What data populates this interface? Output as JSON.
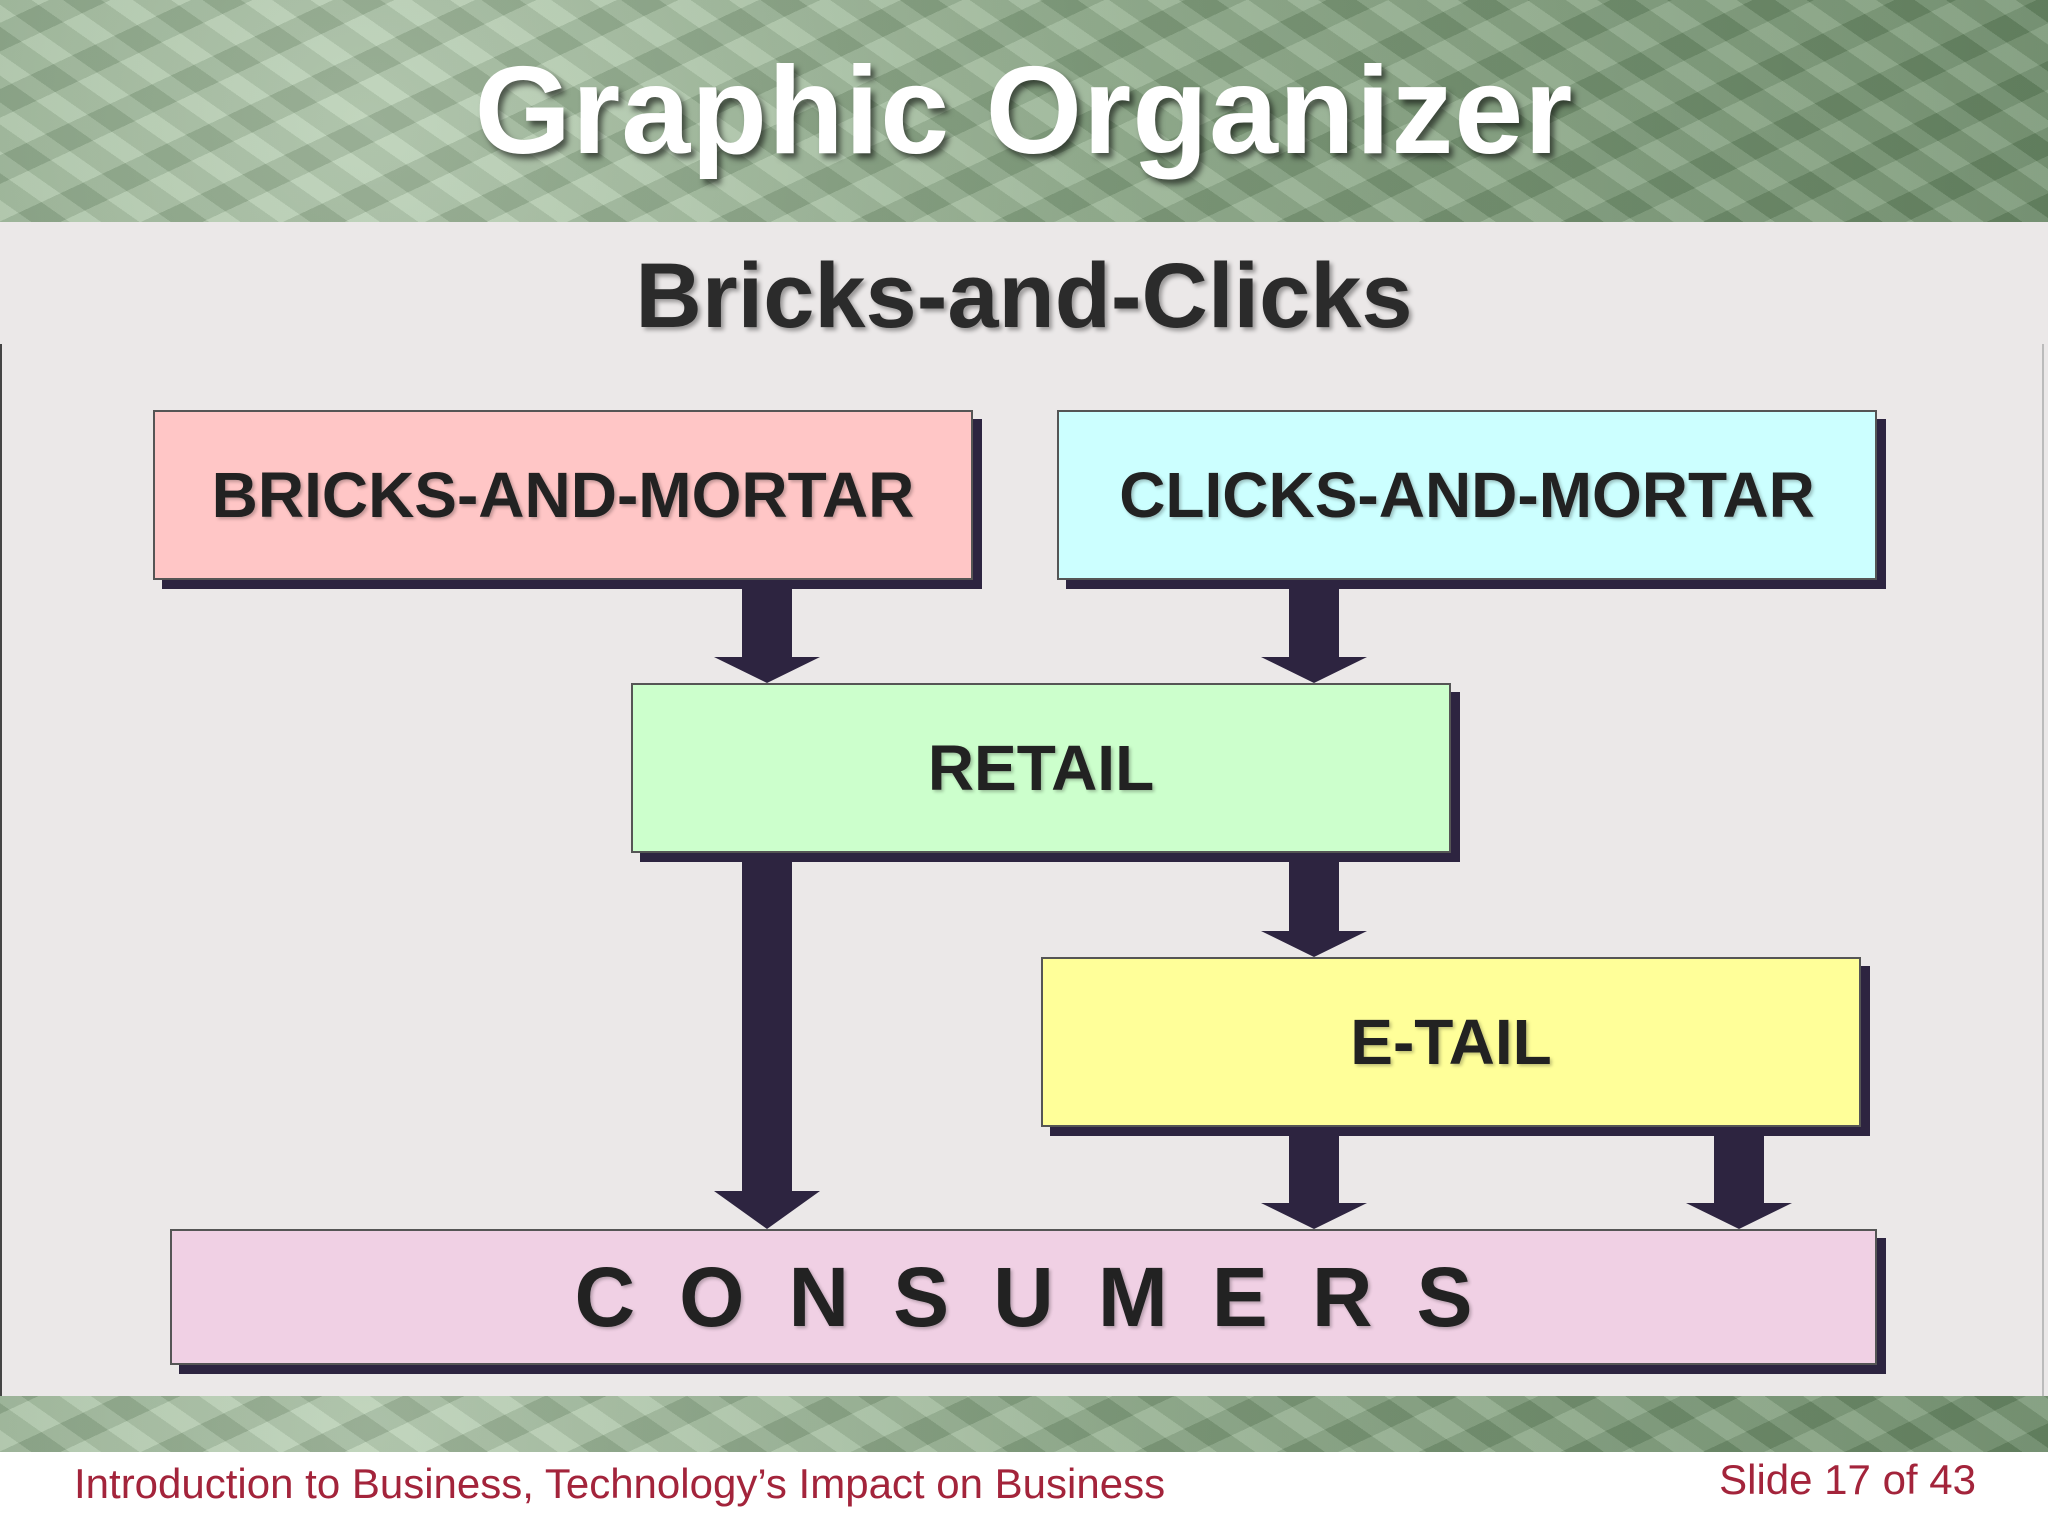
{
  "slide": {
    "title": "Graphic Organizer",
    "subtitle": "Bricks-and-Clicks",
    "footer_left": "Introduction to Business, Technology’s Impact on Business",
    "footer_right": "Slide 17 of 43"
  },
  "diagram": {
    "nodes": [
      {
        "id": "bricks-and-mortar",
        "label": "BRICKS-AND-MORTAR",
        "color": "#ffc6c6"
      },
      {
        "id": "clicks-and-mortar",
        "label": "CLICKS-AND-MORTAR",
        "color": "#ccffff"
      },
      {
        "id": "retail",
        "label": "RETAIL",
        "color": "#ccffcc"
      },
      {
        "id": "e-tail",
        "label": "E-TAIL",
        "color": "#ffff99"
      },
      {
        "id": "consumers",
        "label": "CONSUMERS",
        "color": "#f0d0e4"
      }
    ],
    "edges": [
      {
        "from": "bricks-and-mortar",
        "to": "retail"
      },
      {
        "from": "clicks-and-mortar",
        "to": "retail"
      },
      {
        "from": "retail",
        "to": "consumers"
      },
      {
        "from": "retail",
        "to": "e-tail"
      },
      {
        "from": "e-tail",
        "to": "consumers"
      }
    ],
    "arrow_color": "#2d2440"
  }
}
